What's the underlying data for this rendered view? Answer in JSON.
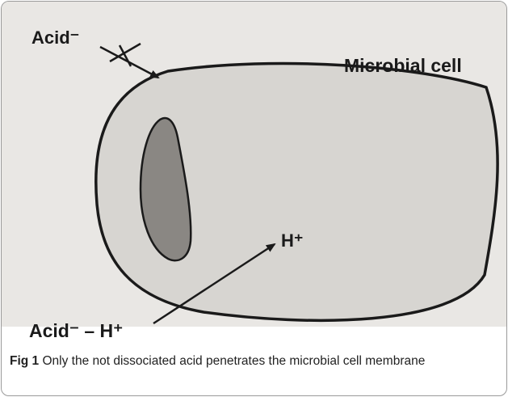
{
  "figure": {
    "labels": {
      "acid_top": "Acid⁻",
      "microbial_cell": "Microbial cell",
      "h_plus": "H⁺",
      "acid_bottom": "Acid⁻ – H⁺"
    }
  },
  "caption": {
    "label": "Fig 1",
    "text": "Only the not dissociated acid penetrates the microbial cell membrane"
  },
  "colors": {
    "background": "#e9e7e4",
    "cell_fill": "#d7d5d1",
    "vacuole_fill": "#8a8783",
    "ink": "#1a1a1a"
  }
}
